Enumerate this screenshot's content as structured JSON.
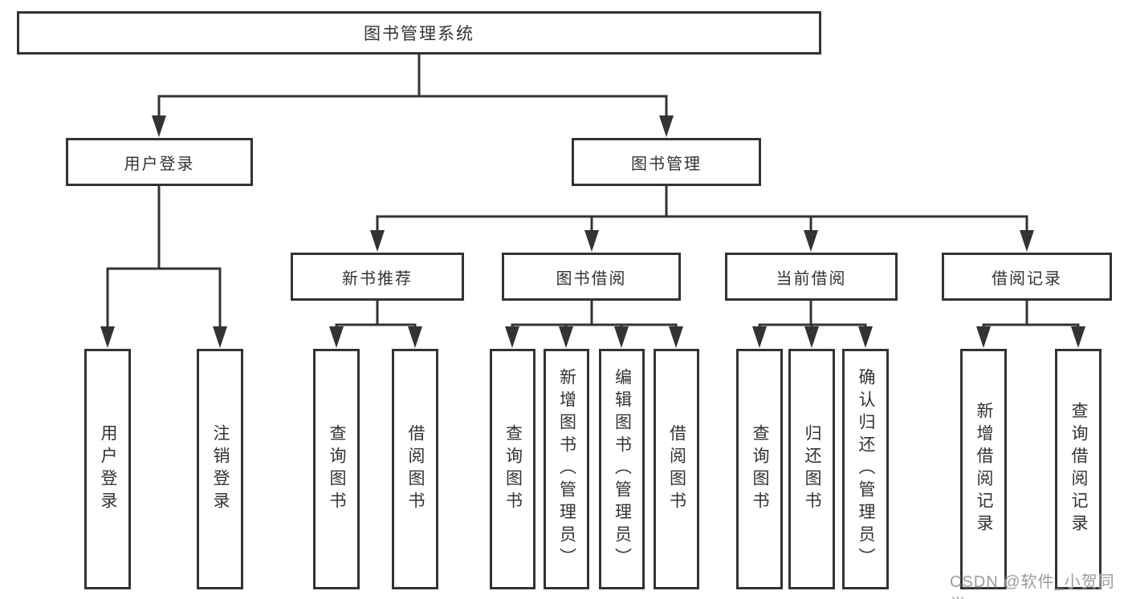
{
  "title": {
    "label": "图书管理系统"
  },
  "branches": {
    "user_login": {
      "label": "用户登录",
      "leaves": [
        "用户登录",
        "注销登录"
      ]
    },
    "book_mgmt": {
      "label": "图书管理"
    },
    "new_book": {
      "label": "新书推荐",
      "leaves": [
        "查询图书",
        "借阅图书"
      ]
    },
    "book_borrow": {
      "label": "图书借阅",
      "leaves": [
        "查询图书",
        "新增图书（管理员）",
        "编辑图书（管理员）",
        "借阅图书"
      ]
    },
    "current_borrow": {
      "label": "当前借阅",
      "leaves": [
        "查询图书",
        "归还图书",
        "确认归还（管理员）"
      ]
    },
    "borrow_records": {
      "label": "借阅记录",
      "leaves": [
        "新增借阅记录",
        "查询借阅记录"
      ]
    }
  },
  "watermark": {
    "text": "CSDN @软件_小贺同学"
  },
  "colors": {
    "line": "#333333",
    "box_background": "#ffffff",
    "text": "#333333",
    "watermark_text": "#9c9c9c"
  }
}
